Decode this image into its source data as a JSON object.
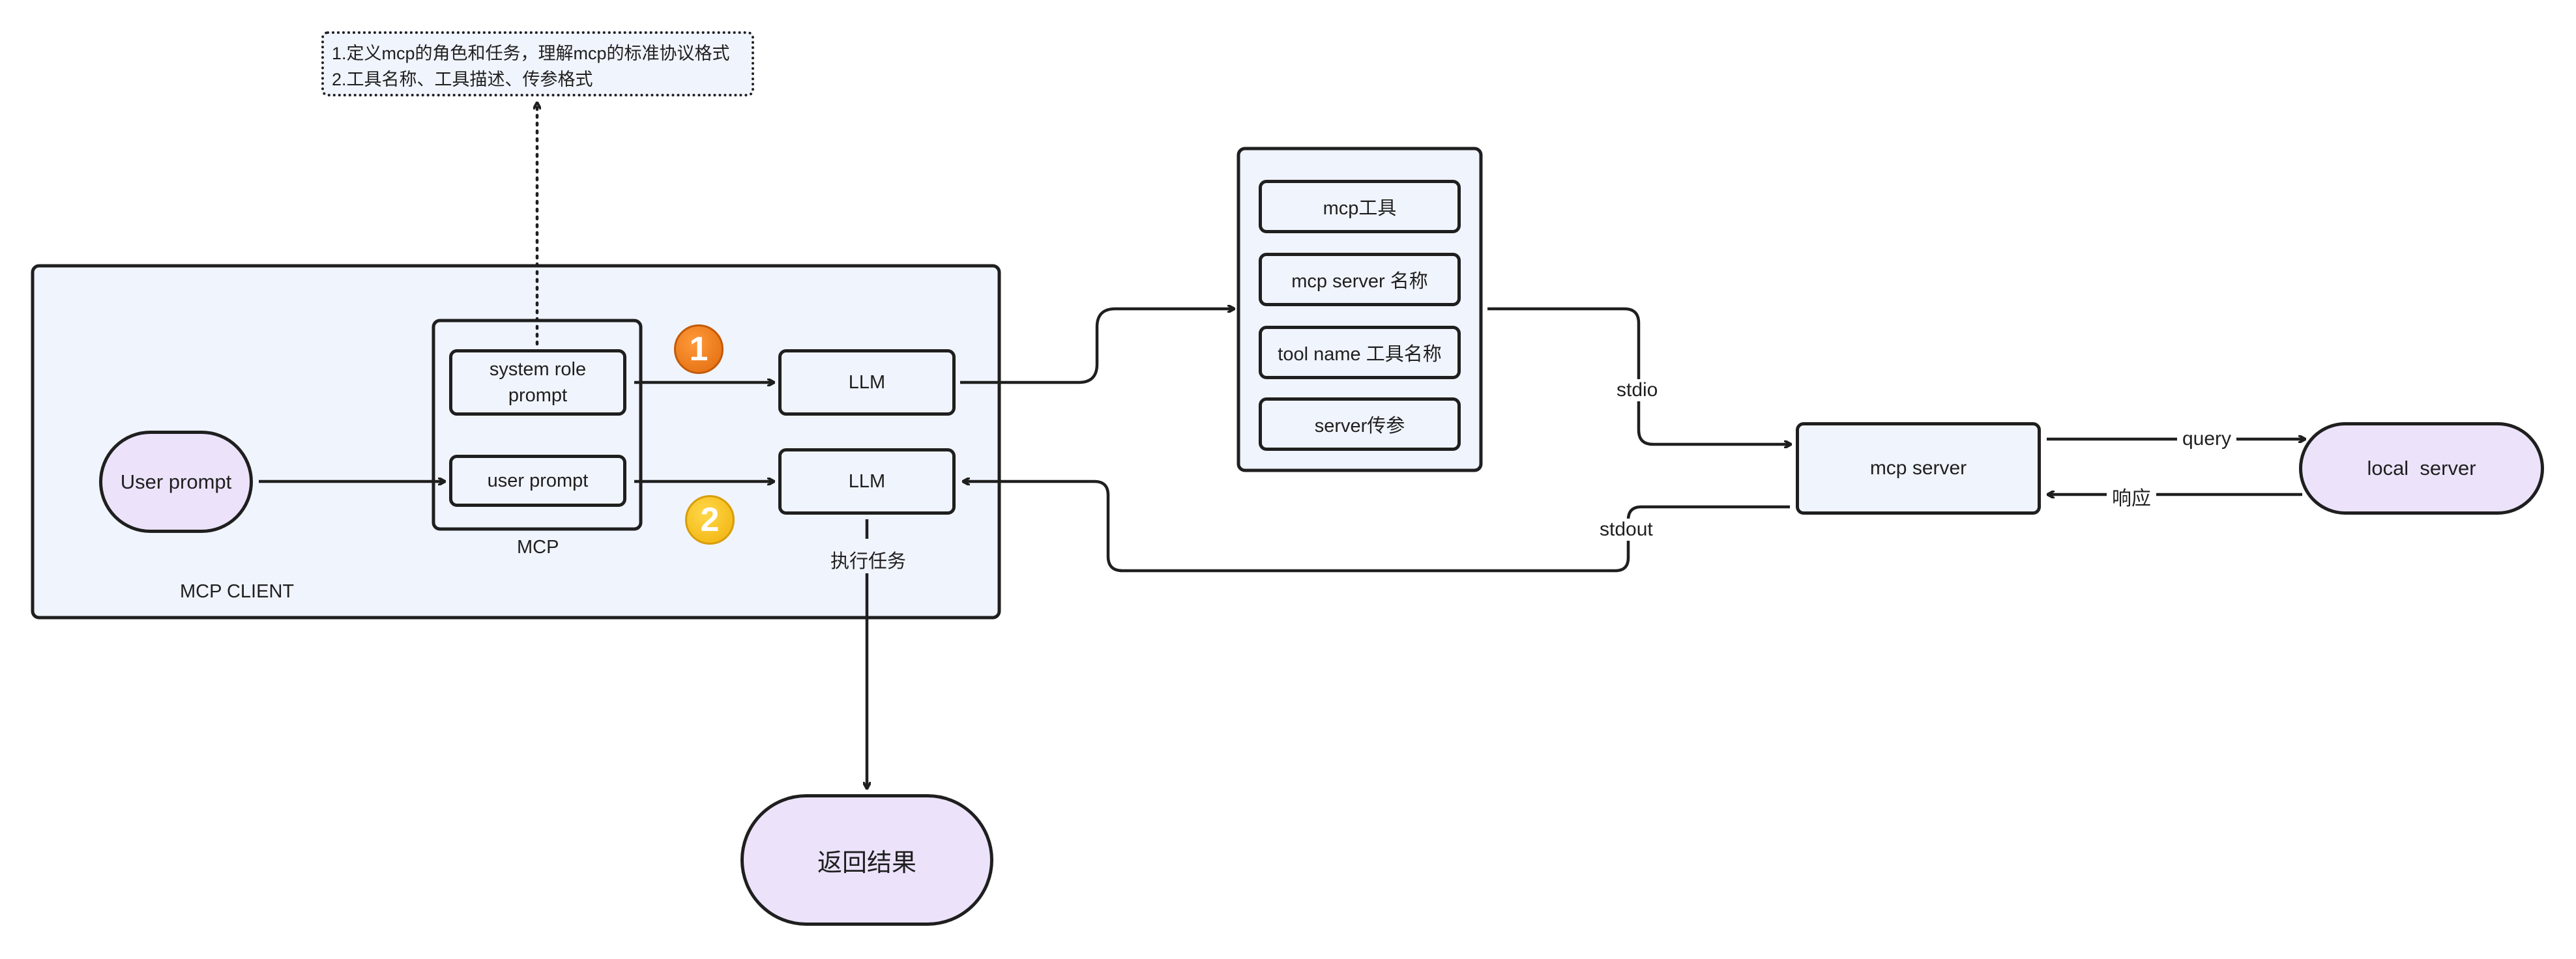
{
  "note": {
    "line1": "1.定义mcp的角色和任务，理解mcp的标准协议格式",
    "line2": "2.工具名称、工具描述、传参格式"
  },
  "client": {
    "label": "MCP CLIENT",
    "user_prompt": "User prompt",
    "mcp_label": "MCP",
    "system_role_prompt": "system role prompt",
    "user_prompt_inner": "user prompt",
    "llm_top": "LLM",
    "llm_bottom": "LLM",
    "badge1": "1",
    "badge2": "2",
    "execute_task": "执行任务"
  },
  "tool_panel": {
    "items": [
      "mcp工具",
      "mcp server 名称",
      "tool name 工具名称",
      "server传参"
    ]
  },
  "edges": {
    "stdio": "stdio",
    "stdout": "stdout",
    "query": "query",
    "response": "响应"
  },
  "mcp_server": "mcp server",
  "local_server": "local  server",
  "result": "返回结果",
  "colors": {
    "client_bg": "#f0f4fc",
    "pill_bg": "#ece3fb",
    "badge1": "#f07b17",
    "badge2": "#f6c21a",
    "stroke": "#1f1f1f"
  }
}
